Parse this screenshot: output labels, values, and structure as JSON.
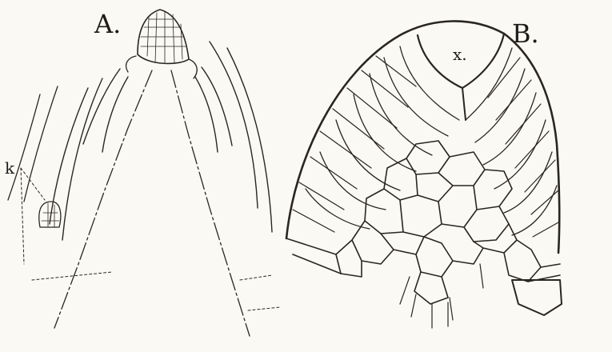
{
  "labels": {
    "panel_a": "A.",
    "panel_b": "B.",
    "k": "k",
    "x": "x."
  }
}
